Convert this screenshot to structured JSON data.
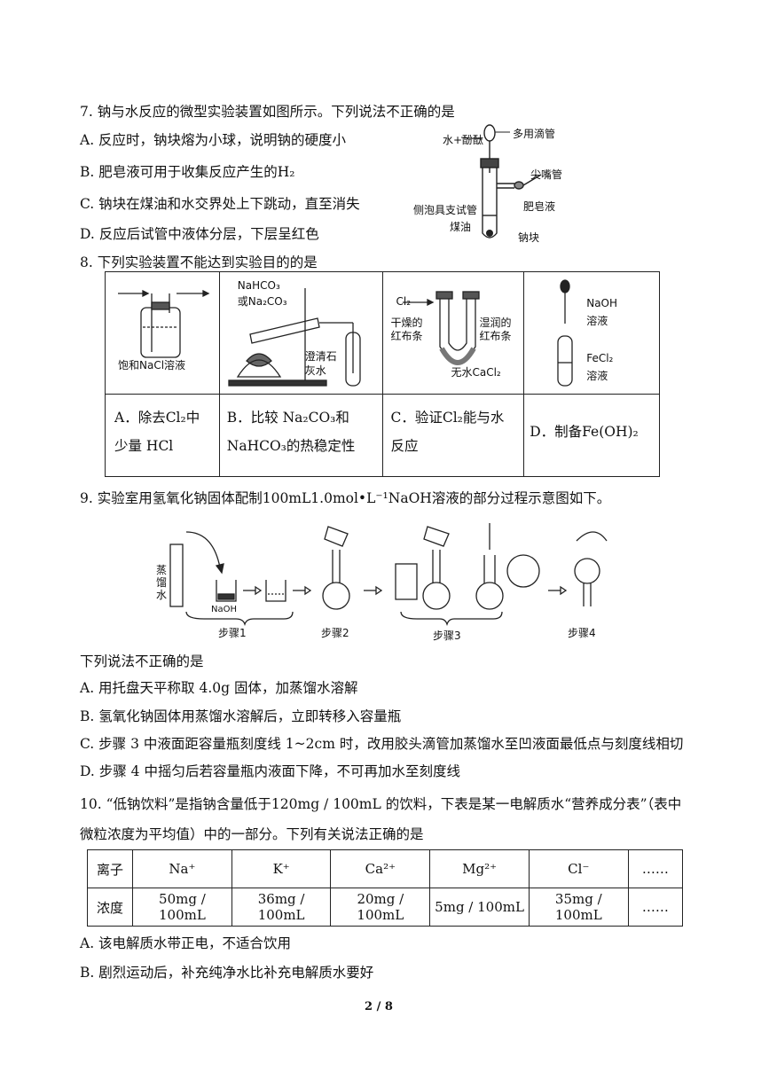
{
  "q7": {
    "stem": "7.  钠与水反应的微型实验装置如图所示。下列说法不正确的是",
    "options": [
      "A. 反应时，钠块熔为小球，说明钠的硬度小",
      "B. 肥皂液可用于收集反应产生的H₂",
      "C. 钠块在煤油和水交界处上下跳动，直至消失",
      "D. 反应后试管中液体分层，下层呈红色"
    ],
    "fig_labels": {
      "water": "水+酚酞",
      "dropper": "多用滴管",
      "nozzle": "尖嘴管",
      "tube": "侧泡具支试管",
      "soap": "肥皂液",
      "kerosene": "煤油",
      "sodium": "钠块"
    }
  },
  "q8": {
    "stem": "8. 下列实验装置不能达到实验目的的是",
    "cells": {
      "a_fig": "饱和NaCl溶液",
      "b_fig1": "NaHCO₃",
      "b_fig2": "或Na₂CO₃",
      "b_fig3": "澄清石",
      "b_fig4": "灰水",
      "c_cl2": "Cl₂",
      "c_dry1": "干燥的",
      "c_dry2": "红布条",
      "c_wet1": "湿润的",
      "c_wet2": "红布条",
      "c_cacl2": "无水CaCl₂",
      "d_naoh1": "NaOH",
      "d_naoh2": "溶液",
      "d_fecl1": "FeCl₂",
      "d_fecl2": "溶液"
    },
    "options": {
      "a1": "A．除去Cl₂中",
      "a2": "少量 HCl",
      "b1": "B．比较 Na₂CO₃和",
      "b2": "NaHCO₃的热稳定性",
      "c1": "C．验证Cl₂能与水",
      "c2": "反应",
      "d1": "D．制备Fe(OH)₂"
    }
  },
  "q9": {
    "stem": "9. 实验室用氢氧化钠固体配制100mL1.0mol•L⁻¹NaOH溶液的部分过程示意图如下。",
    "fig_labels": {
      "water": "蒸馏水",
      "naoh": "NaOH",
      "step1": "步骤1",
      "step2": "步骤2",
      "step3": "步骤3",
      "step4": "步骤4"
    },
    "intro": "下列说法不正确的是",
    "options": [
      "A. 用托盘天平称取 4.0g 固体，加蒸馏水溶解",
      "B. 氢氧化钠固体用蒸馏水溶解后，立即转移入容量瓶",
      "C. 步骤 3 中液面距容量瓶刻度线 1~2cm 时，改用胶头滴管加蒸馏水至凹液面最低点与刻度线相切",
      "D. 步骤 4 中摇匀后若容量瓶内液面下降，不可再加水至刻度线"
    ]
  },
  "q10": {
    "stem1": "10. “低钠饮料”是指钠含量低于120mg / 100mL 的饮料，下表是某一电解质水“营养成分表”（表中",
    "stem2": "微粒浓度为平均值）中的一部分。下列有关说法正确的是",
    "table": {
      "row1_header": "离子",
      "row2_header": "浓度",
      "ions": [
        "Na⁺",
        "K⁺",
        "Ca²⁺",
        "Mg²⁺",
        "Cl⁻",
        "……"
      ],
      "conc": [
        "50mg / 100mL",
        "36mg / 100mL",
        "20mg / 100mL",
        "5mg / 100mL",
        "35mg / 100mL",
        "……"
      ]
    },
    "options": [
      "A. 该电解质水带正电，不适合饮用",
      "B. 剧烈运动后，补充纯净水比补充电解质水要好"
    ]
  },
  "footer": {
    "page": "2 / 8"
  }
}
